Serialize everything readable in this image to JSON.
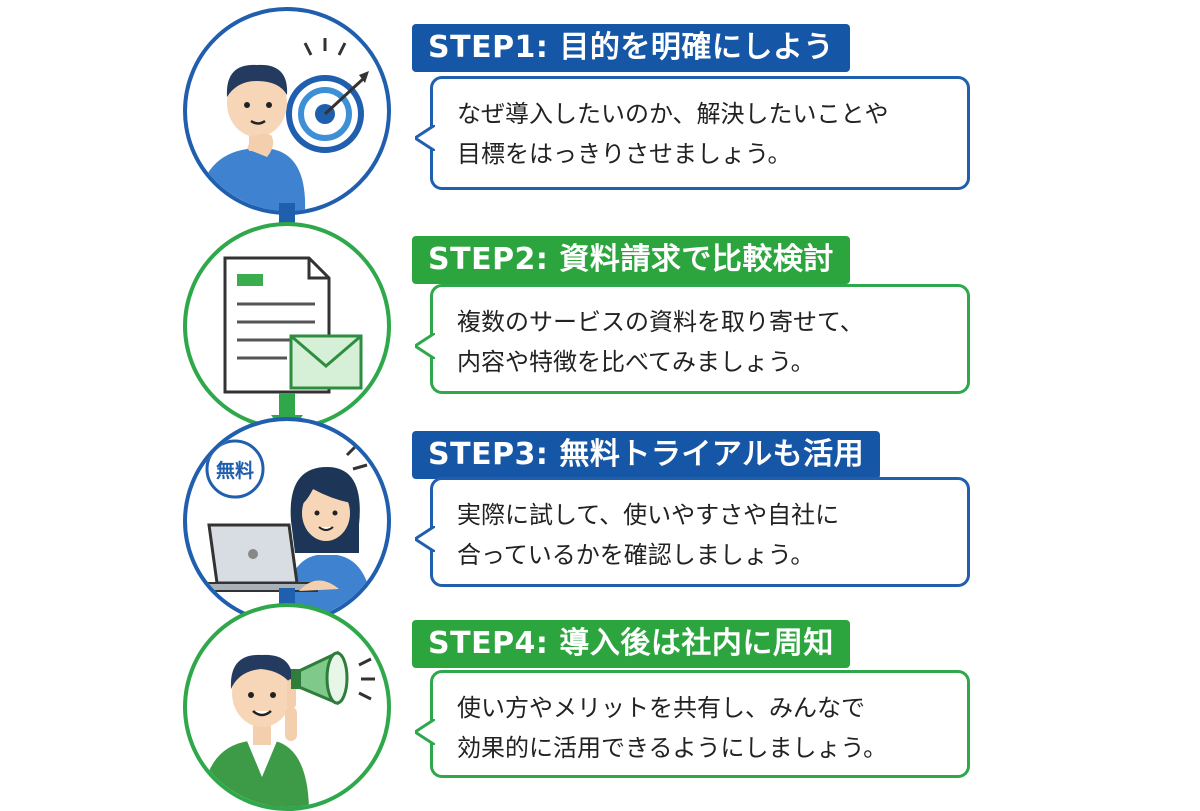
{
  "steps": [
    {
      "title": "STEP1: 目的を明確にしよう",
      "lines": [
        "なぜ導入したいのか、解決したいことや",
        "目標をはっきりさせましょう。"
      ],
      "color": "#1556a6"
    },
    {
      "title": "STEP2: 資料請求で比較検討",
      "lines": [
        "複数のサービスの資料を取り寄せて、",
        "内容や特徴を比べてみましょう。"
      ],
      "color": "#2ca53f"
    },
    {
      "title": "STEP3: 無料トライアルも活用",
      "lines": [
        "実際に試して、使いやすさや自社に",
        "合っているかを確認しましょう。"
      ],
      "color": "#1556a6"
    },
    {
      "title": "STEP4: 導入後は社内に周知",
      "lines": [
        "使い方やメリットを共有し、みんなで",
        "効果的に活用できるようにしましょう。"
      ],
      "color": "#2ca53f"
    }
  ],
  "badge_free": "無料",
  "icons": [
    "target-icon",
    "document-icon",
    "envelope-icon",
    "laptop-icon",
    "megaphone-icon",
    "arrow-down-icon"
  ]
}
